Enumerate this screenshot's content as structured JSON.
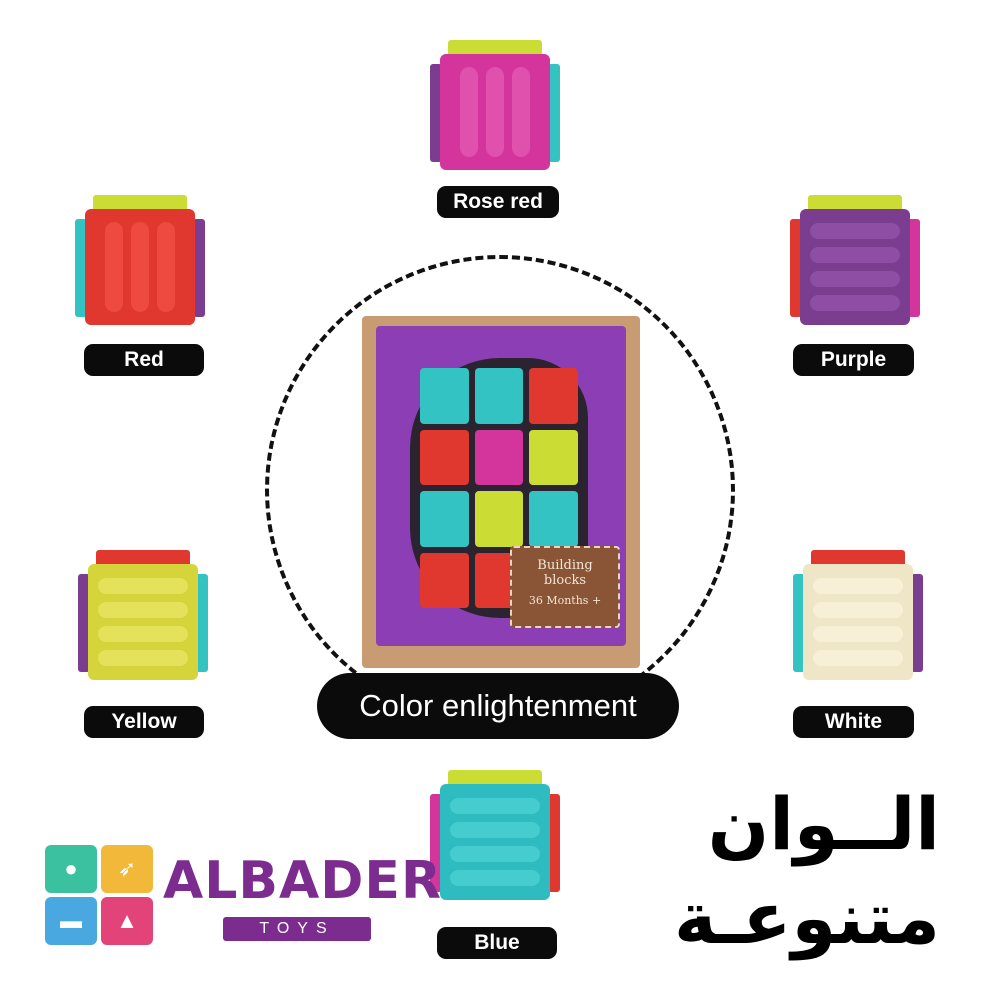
{
  "labels": {
    "rose_red": "Rose red",
    "red": "Red",
    "purple": "Purple",
    "yellow": "Yellow",
    "white": "White",
    "blue": "Blue"
  },
  "center": {
    "headline": "Color enlightenment",
    "box_label_line1": "Building",
    "box_label_line2": "blocks",
    "box_label_line3": "36 Months +"
  },
  "arabic": {
    "line1": "الــوان",
    "line2": "متنوعـة"
  },
  "logo": {
    "brand": "ALBADER",
    "sub": "TOYS"
  },
  "colors": {
    "rose_red": "#d4359c",
    "red": "#e0372e",
    "purple": "#7a3d8f",
    "yellow": "#d5d43a",
    "white": "#efe6c8",
    "blue": "#2fbcc0",
    "lime": "#cbdc35",
    "teal": "#34c3c3"
  }
}
